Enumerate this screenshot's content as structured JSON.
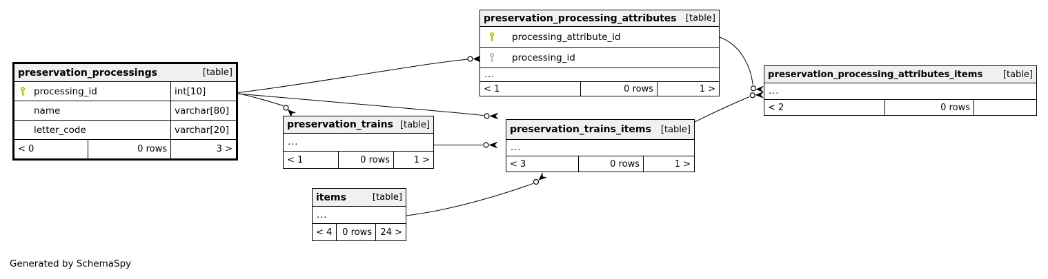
{
  "canvas": {
    "note": "Generated by SchemaSpy"
  },
  "colors": {
    "primary_key": "#d6d600",
    "foreign_key": "#d4d4d4",
    "title_bg": "#f0f0f0",
    "border": "#000000"
  },
  "tables": {
    "pp": {
      "name": "preservation_processings",
      "tag": "[table]",
      "columns": [
        {
          "name": "processing_id",
          "type": "int[10]",
          "key": "primary"
        },
        {
          "name": "name",
          "type": "varchar[80]",
          "key": ""
        },
        {
          "name": "letter_code",
          "type": "varchar[20]",
          "key": ""
        }
      ],
      "footer": {
        "parents": "< 0",
        "rows": "0 rows",
        "children": "3 >"
      }
    },
    "ppa": {
      "name": "preservation_processing_attributes",
      "tag": "[table]",
      "columns": [
        {
          "name": "processing_attribute_id",
          "key": "primary"
        },
        {
          "name": "processing_id",
          "key": "foreign"
        }
      ],
      "more": "...",
      "footer": {
        "parents": "< 1",
        "rows": "0 rows",
        "children": "1 >"
      }
    },
    "ppai": {
      "name": "preservation_processing_attributes_items",
      "tag": "[table]",
      "more": "...",
      "footer": {
        "parents": "< 2",
        "rows": "0 rows",
        "children": ""
      }
    },
    "pt": {
      "name": "preservation_trains",
      "tag": "[table]",
      "more": "...",
      "footer": {
        "parents": "< 1",
        "rows": "0 rows",
        "children": "1 >"
      }
    },
    "pti": {
      "name": "preservation_trains_items",
      "tag": "[table]",
      "more": "...",
      "footer": {
        "parents": "< 3",
        "rows": "0 rows",
        "children": "1 >"
      }
    },
    "items": {
      "name": "items",
      "tag": "[table]",
      "more": "...",
      "footer": {
        "parents": "< 4",
        "rows": "0 rows",
        "children": "24 >"
      }
    }
  }
}
